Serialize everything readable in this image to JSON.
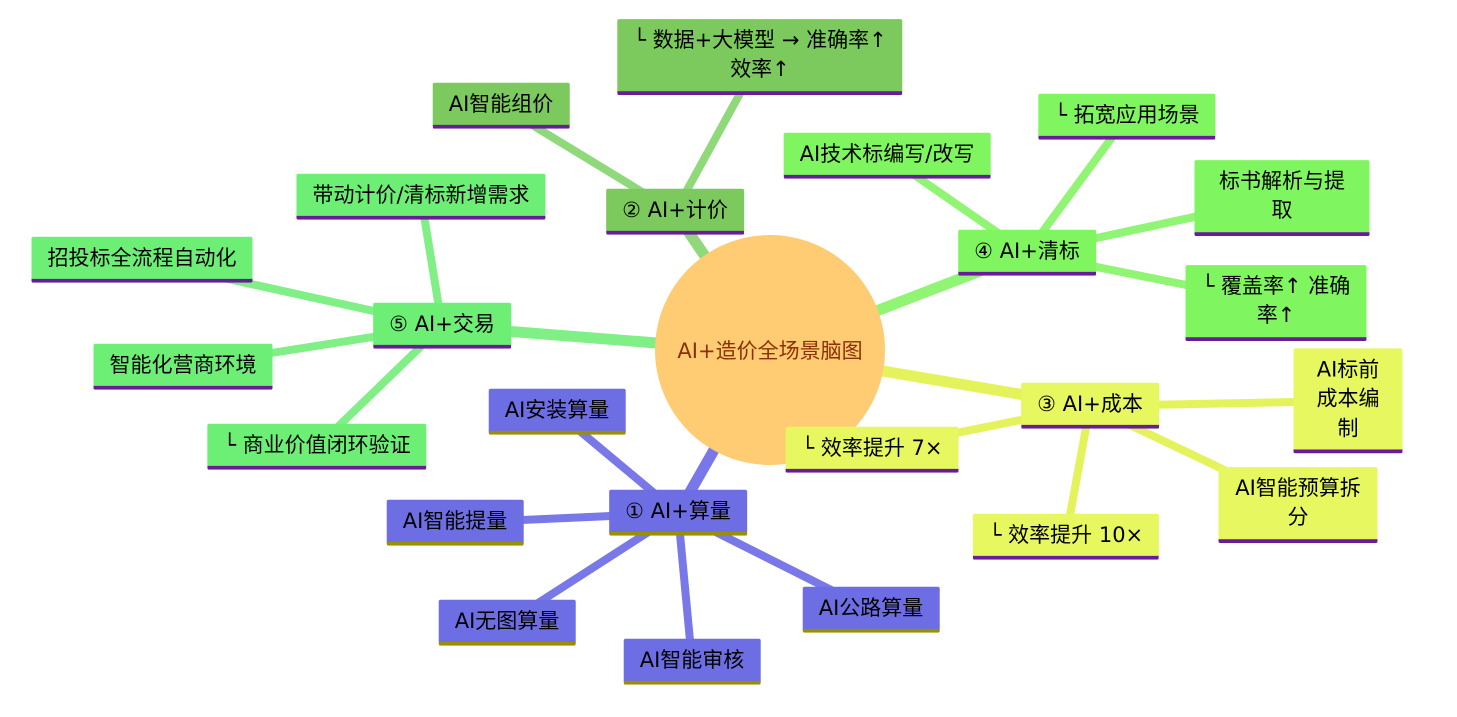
{
  "title": "AI+造价全场景脑图",
  "center": {
    "label": "AI+造价全场景脑图"
  },
  "colors": {
    "center_fill": "#FFCC73",
    "center_text": "#8B3000",
    "suanliang": "#6E6EE4",
    "suanliang_line": "#7878E8",
    "suanliang_underline": "#9A8F00",
    "jijia": "#7CC95D",
    "jijia_line": "#90D97B",
    "jijia_underline": "#6A1B9A",
    "chengben": "#E6F75F",
    "chengben_line": "#E4F35C",
    "chengben_underline": "#6A1B9A",
    "qingbiao": "#7FF55F",
    "qingbiao_line": "#8FF573",
    "qingbiao_underline": "#6A1B9A",
    "jiaoyi": "#6CEF74",
    "jiaoyi_line": "#7FEF86",
    "jiaoyi_underline": "#6A1B9A"
  },
  "branches": [
    {
      "label": "① AI+算量",
      "children": [
        {
          "label": "AI安装算量"
        },
        {
          "label": "AI智能提量"
        },
        {
          "label": "AI无图算量"
        },
        {
          "label": "AI智能审核"
        },
        {
          "label": "AI公路算量"
        }
      ]
    },
    {
      "label": "② AI+计价",
      "children": [
        {
          "label": "AI智能组价"
        },
        {
          "label": "└ 数据+大模型 → 准确率↑\n效率↑"
        }
      ]
    },
    {
      "label": "③ AI+成本",
      "children": [
        {
          "label": "AI标前成本编制"
        },
        {
          "label": "AI智能预算拆分"
        },
        {
          "label": "└ 效率提升 10×"
        },
        {
          "label": "└ 效率提升 7×"
        }
      ]
    },
    {
      "label": "④ AI+清标",
      "children": [
        {
          "label": "AI技术标编写/改写"
        },
        {
          "label": "└ 拓宽应用场景"
        },
        {
          "label": "标书解析与提取"
        },
        {
          "label": "└ 覆盖率↑ 准确率↑"
        }
      ]
    },
    {
      "label": "⑤ AI+交易",
      "children": [
        {
          "label": "带动计价/清标新增需求"
        },
        {
          "label": "招投标全流程自动化"
        },
        {
          "label": "智能化营商环境"
        },
        {
          "label": "└ 商业价值闭环验证"
        }
      ]
    }
  ]
}
